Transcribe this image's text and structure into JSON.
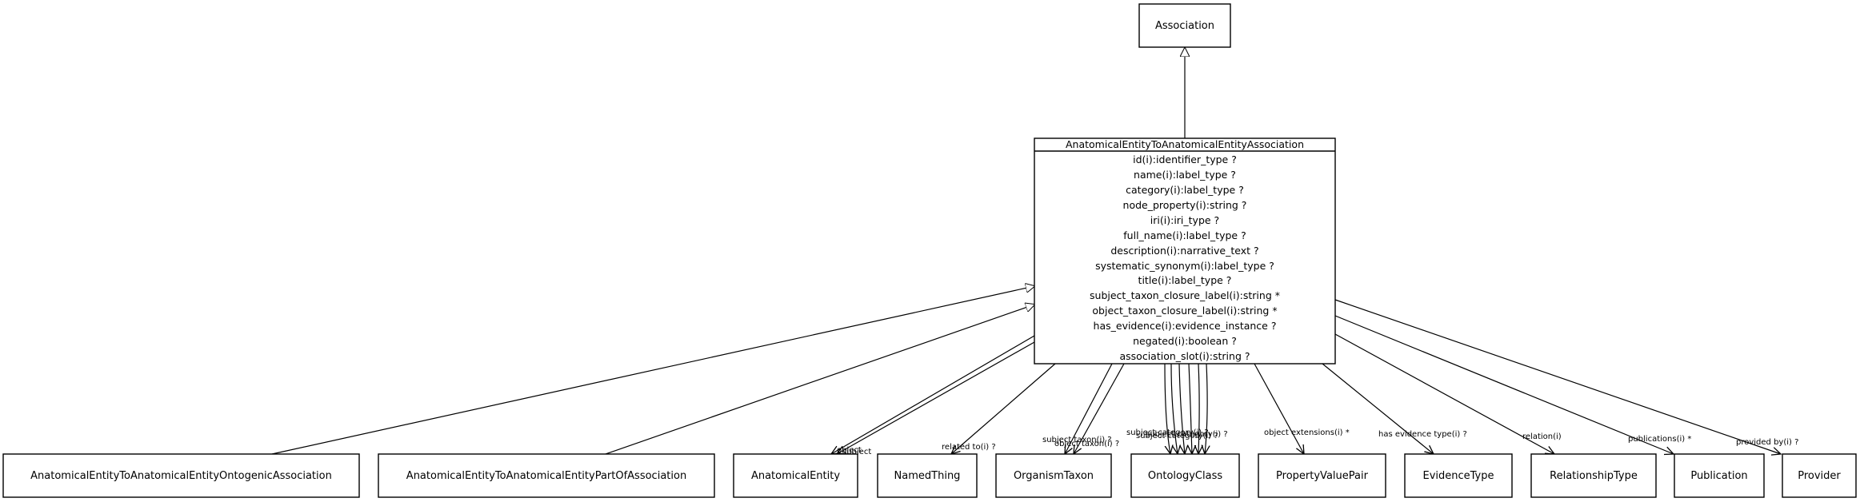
{
  "diagram": {
    "parent": {
      "name": "Association"
    },
    "main": {
      "name": "AnatomicalEntityToAnatomicalEntityAssociation",
      "attributes": [
        "id(i):identifier_type ?",
        "name(i):label_type ?",
        "category(i):label_type ?",
        "node_property(i):string ?",
        "iri(i):iri_type ?",
        "full_name(i):label_type ?",
        "description(i):narrative_text ?",
        "systematic_synonym(i):label_type ?",
        "title(i):label_type ?",
        "subject_taxon_closure_label(i):string *",
        "object_taxon_closure_label(i):string *",
        "has_evidence(i):evidence_instance ?",
        "negated(i):boolean ?",
        "association_slot(i):string ?"
      ]
    },
    "subclasses": [
      "AnatomicalEntityToAnatomicalEntityOntogenicAssociation",
      "AnatomicalEntityToAnatomicalEntityPartOfAssociation"
    ],
    "targets": [
      "AnatomicalEntity",
      "NamedThing",
      "OrganismTaxon",
      "OntologyClass",
      "PropertyValuePair",
      "EvidenceType",
      "RelationshipType",
      "Publication",
      "Provider"
    ],
    "edge_labels": {
      "object": "object",
      "subject": "subject",
      "related_to": "related to(i) ?",
      "subject_taxon": "subject taxon(i) ?",
      "object_taxon": "object taxon(i) ?",
      "overlap": "subject category(i) ?",
      "object_extensions": "object extensions(i) *",
      "has_evidence_type": "has evidence type(i) ?",
      "relation": "relation(i)",
      "publications": "publications(i) *",
      "provided_by": "provided by(i) ?"
    }
  }
}
